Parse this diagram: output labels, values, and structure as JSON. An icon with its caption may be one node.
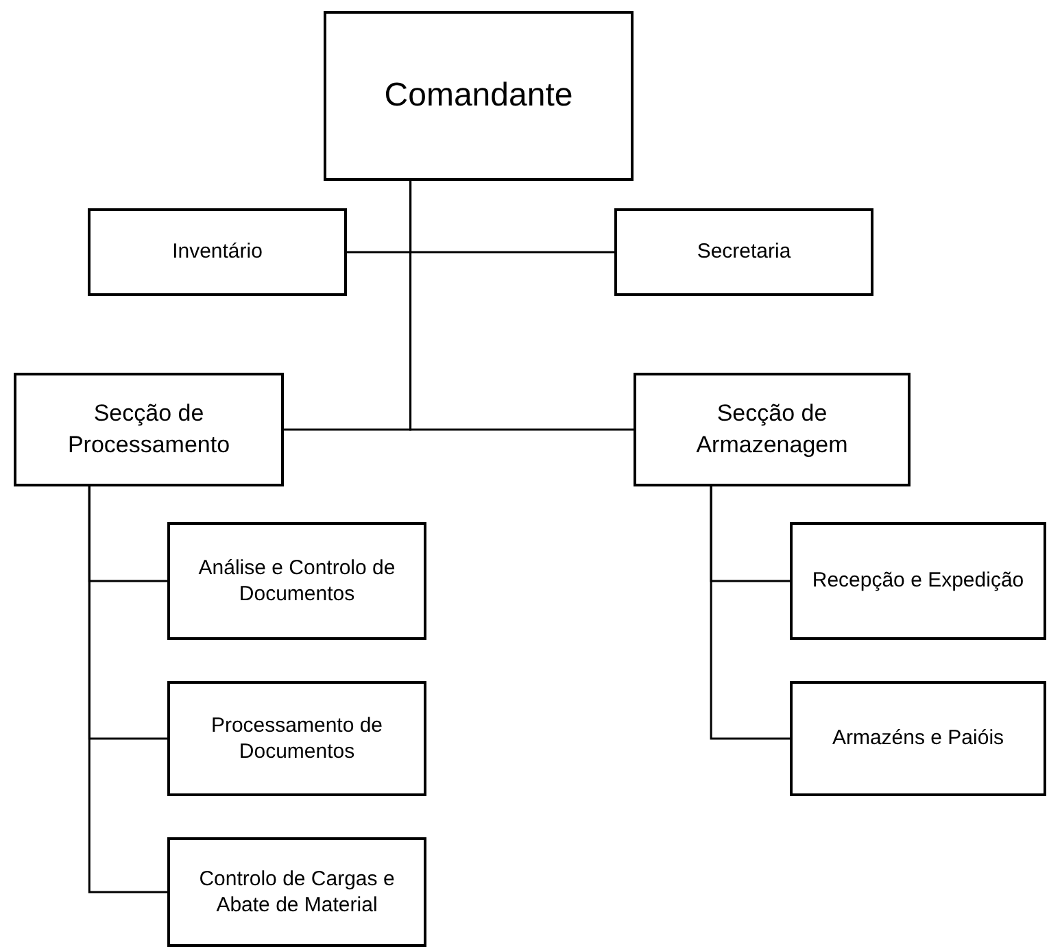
{
  "diagram": {
    "nodes": [
      {
        "text": [
          "Comandante"
        ]
      },
      {
        "text": [
          "Inventário"
        ]
      },
      {
        "text": [
          "Secretaria"
        ]
      },
      {
        "text": [
          "Secção de Processamento"
        ]
      },
      {
        "text": [
          "Secção de Armazenagem"
        ]
      },
      {
        "text": [
          "Análise e Controlo de Documentos"
        ]
      },
      {
        "text": [
          "Processamento de Documentos"
        ]
      },
      {
        "text": [
          "Controlo de Cargas e Abate de Material"
        ]
      },
      {
        "text": [
          "Recepção e Expedição"
        ]
      },
      {
        "text": [
          "Armazéns e Paióis"
        ]
      }
    ],
    "edges": [
      {
        "from": 0,
        "to": 1,
        "arrow": "none"
      },
      {
        "from": 0,
        "to": 2,
        "arrow": "none"
      },
      {
        "from": 0,
        "to": 3,
        "arrow": "none"
      },
      {
        "from": 0,
        "to": 4,
        "arrow": "none"
      },
      {
        "from": 3,
        "to": 5,
        "arrow": "none"
      },
      {
        "from": 3,
        "to": 6,
        "arrow": "none"
      },
      {
        "from": 3,
        "to": 7,
        "arrow": "none"
      },
      {
        "from": 4,
        "to": 8,
        "arrow": "none"
      },
      {
        "from": 4,
        "to": 9,
        "arrow": "none"
      }
    ]
  }
}
